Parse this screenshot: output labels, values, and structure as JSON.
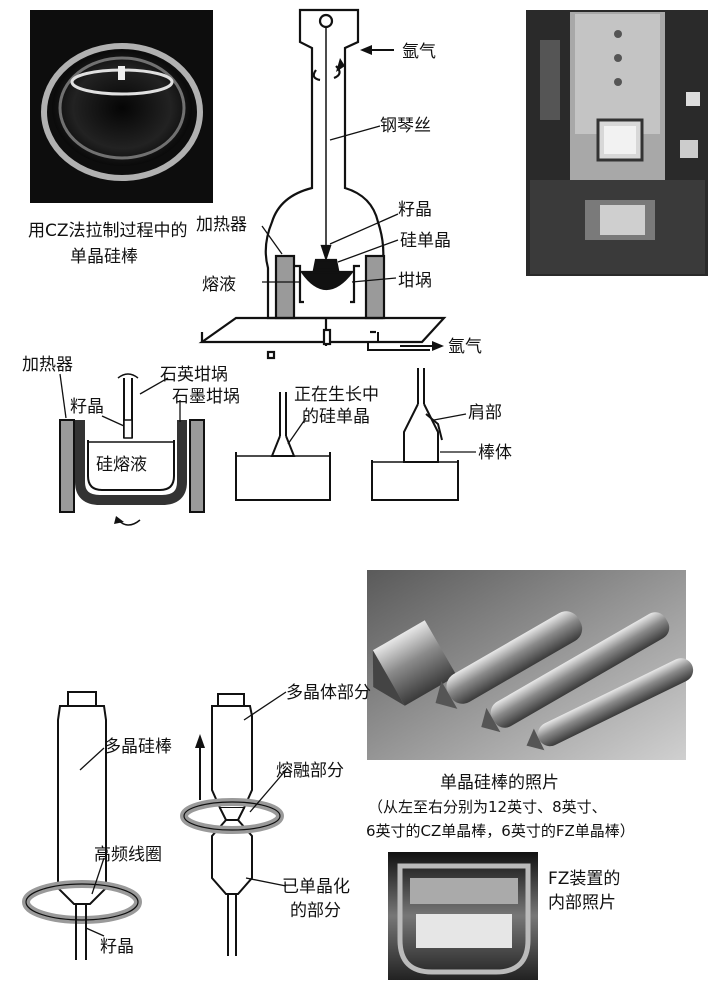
{
  "labels": {
    "argon_top": "氩气",
    "piano_wire": "钢琴丝",
    "heater_top": "加热器",
    "seed_top": "籽晶",
    "si_single_crystal_top": "硅单晶",
    "melt_top": "熔液",
    "crucible_top": "坩埚",
    "argon_out": "氩气",
    "photo1_caption_line1": "用CZ法拉制过程中的",
    "photo1_caption_line2": "单晶硅棒",
    "heater_mid": "加热器",
    "quartz_crucible": "石英坩埚",
    "seed_mid": "籽晶",
    "graphite_crucible": "石墨坩埚",
    "si_melt": "硅熔液",
    "growing_line1": "正在生长中",
    "growing_line2": "的硅单晶",
    "shoulder": "肩部",
    "body_part": "棒体",
    "poly_rod": "多晶硅棒",
    "rf_coil": "高频线圈",
    "seed_bottom": "籽晶",
    "poly_part": "多晶体部分",
    "melt_part": "熔融部分",
    "single_part_line1": "已单晶化",
    "single_part_line2": "的部分",
    "photo_rods_title": "单晶硅棒的照片",
    "photo_rods_line1": "（从左至右分别为12英寸、8英寸、",
    "photo_rods_line2": "6英寸的CZ单晶棒，6英寸的FZ单晶棒）",
    "fz_line1": "FZ装置的",
    "fz_line2": "内部照片"
  },
  "colors": {
    "ink": "#111111",
    "photo_dark": "#1a1a1a",
    "photo_mid": "#6b6b6b",
    "coil_gray": "#9a9a9a"
  }
}
